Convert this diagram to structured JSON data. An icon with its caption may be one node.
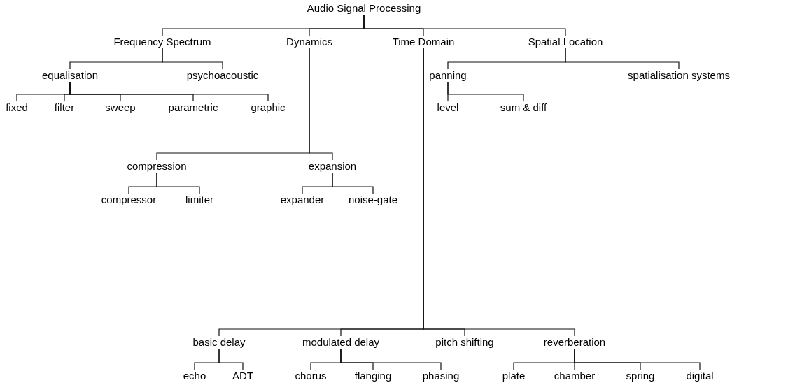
{
  "diagram": {
    "nodes": [
      {
        "text": [
          "Audio Signal Processing"
        ]
      },
      {
        "text": [
          "Frequency Spectrum"
        ]
      },
      {
        "text": [
          "Dynamics"
        ]
      },
      {
        "text": [
          "Time Domain"
        ]
      },
      {
        "text": [
          "Spatial Location"
        ]
      },
      {
        "text": [
          "equalisation"
        ]
      },
      {
        "text": [
          "psychoacoustic"
        ]
      },
      {
        "text": [
          "fixed"
        ]
      },
      {
        "text": [
          "filter"
        ]
      },
      {
        "text": [
          "sweep"
        ]
      },
      {
        "text": [
          "parametric"
        ]
      },
      {
        "text": [
          "graphic"
        ]
      },
      {
        "text": [
          "panning"
        ]
      },
      {
        "text": [
          "spatialisation systems"
        ]
      },
      {
        "text": [
          "level"
        ]
      },
      {
        "text": [
          "sum & diff"
        ]
      },
      {
        "text": [
          "compression"
        ]
      },
      {
        "text": [
          "expansion"
        ]
      },
      {
        "text": [
          "compressor"
        ]
      },
      {
        "text": [
          "limiter"
        ]
      },
      {
        "text": [
          "expander"
        ]
      },
      {
        "text": [
          "noise-gate"
        ]
      },
      {
        "text": [
          "basic delay"
        ]
      },
      {
        "text": [
          "modulated delay"
        ]
      },
      {
        "text": [
          "pitch shifting"
        ]
      },
      {
        "text": [
          "reverberation"
        ]
      },
      {
        "text": [
          "echo"
        ]
      },
      {
        "text": [
          "ADT"
        ]
      },
      {
        "text": [
          "chorus"
        ]
      },
      {
        "text": [
          "flanging"
        ]
      },
      {
        "text": [
          "phasing"
        ]
      },
      {
        "text": [
          "plate"
        ]
      },
      {
        "text": [
          "chamber"
        ]
      },
      {
        "text": [
          "spring"
        ]
      },
      {
        "text": [
          "digital"
        ]
      }
    ],
    "edges": [
      {
        "from": 0,
        "to": 1,
        "arrow": "none"
      },
      {
        "from": 0,
        "to": 2,
        "arrow": "none"
      },
      {
        "from": 0,
        "to": 3,
        "arrow": "none"
      },
      {
        "from": 0,
        "to": 4,
        "arrow": "none"
      },
      {
        "from": 1,
        "to": 5,
        "arrow": "none"
      },
      {
        "from": 1,
        "to": 6,
        "arrow": "none"
      },
      {
        "from": 5,
        "to": 7,
        "arrow": "none"
      },
      {
        "from": 5,
        "to": 8,
        "arrow": "none"
      },
      {
        "from": 5,
        "to": 9,
        "arrow": "none"
      },
      {
        "from": 5,
        "to": 10,
        "arrow": "none"
      },
      {
        "from": 5,
        "to": 11,
        "arrow": "none"
      },
      {
        "from": 4,
        "to": 12,
        "arrow": "none"
      },
      {
        "from": 4,
        "to": 13,
        "arrow": "none"
      },
      {
        "from": 12,
        "to": 14,
        "arrow": "none"
      },
      {
        "from": 12,
        "to": 15,
        "arrow": "none"
      },
      {
        "from": 2,
        "to": 16,
        "arrow": "none"
      },
      {
        "from": 2,
        "to": 17,
        "arrow": "none"
      },
      {
        "from": 16,
        "to": 18,
        "arrow": "none"
      },
      {
        "from": 16,
        "to": 19,
        "arrow": "none"
      },
      {
        "from": 17,
        "to": 20,
        "arrow": "none"
      },
      {
        "from": 17,
        "to": 21,
        "arrow": "none"
      },
      {
        "from": 3,
        "to": 22,
        "arrow": "none"
      },
      {
        "from": 3,
        "to": 23,
        "arrow": "none"
      },
      {
        "from": 3,
        "to": 24,
        "arrow": "none"
      },
      {
        "from": 3,
        "to": 25,
        "arrow": "none"
      },
      {
        "from": 22,
        "to": 26,
        "arrow": "none"
      },
      {
        "from": 22,
        "to": 27,
        "arrow": "none"
      },
      {
        "from": 23,
        "to": 28,
        "arrow": "none"
      },
      {
        "from": 23,
        "to": 29,
        "arrow": "none"
      },
      {
        "from": 23,
        "to": 30,
        "arrow": "none"
      },
      {
        "from": 25,
        "to": 31,
        "arrow": "none"
      },
      {
        "from": 25,
        "to": 32,
        "arrow": "none"
      },
      {
        "from": 25,
        "to": 33,
        "arrow": "none"
      },
      {
        "from": 25,
        "to": 34,
        "arrow": "none"
      }
    ]
  }
}
